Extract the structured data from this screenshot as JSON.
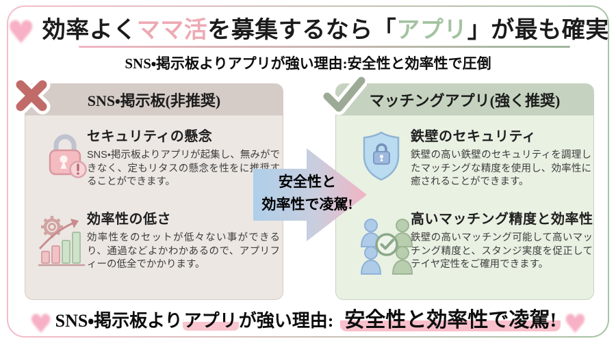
{
  "title": {
    "part1": "効率よく",
    "highlight_pink": "ママ活",
    "part2": "を募集するなら「",
    "highlight_green": "アプリ",
    "part3": "」が最も確実"
  },
  "subtitle": "SNS・掲示板よりアプリが強い理由:安全性と効率性で圧倒",
  "left_panel": {
    "badge_icon": "x-mark-icon",
    "header": "SNS・掲示板(非推奨)",
    "sections": [
      {
        "icon": "lock-alert-icon",
        "heading": "セキュリティの懸念",
        "body": "SNS・掲示板よりアプリが起集し、無みができなく、定もリタスの懸念を性をに推奨することができます。"
      },
      {
        "icon": "gear-chart-icon",
        "heading": "効率性の低さ",
        "body": "効率性をのセットが低々ない事ができるり、通過などよかわかあるので、アプリフィーの低全でかかります。"
      }
    ]
  },
  "center_arrow": {
    "line1": "安全性と",
    "line2": "効率性で凌駕!"
  },
  "right_panel": {
    "badge_icon": "check-mark-icon",
    "header": "マッチングアプリ(強く推奨)",
    "sections": [
      {
        "icon": "shield-lock-icon",
        "heading": "鉄壁のセキュリティ",
        "body": "鉄壁の高い鉄壁のセキュリティを調理したマッチングな精度を使用し、効率性に癒されることができます。"
      },
      {
        "icon": "people-match-icon",
        "heading": "高いマッチング精度と効率性",
        "body": "鉄壁の高いマッチング可能して高いマッチング精度と、スタンジ実度を促正してテイヤ定性をご確用できます。"
      }
    ]
  },
  "footer": {
    "part1": "SNS・掲示板より",
    "highlight1": "アプリ",
    "part2": "が強い理由:",
    "highlight2": "安全性と効率性で凌駕!"
  },
  "heart_symbol": "♥",
  "colors": {
    "border_pink": "#f5bcc9",
    "border_green": "#a6c3a4",
    "panel_left_header": "#D5CCC7",
    "panel_left_body": "#ECE7E3",
    "panel_right_header": "#C5D2BF",
    "panel_right_body": "#E9F1E3",
    "x_mark": "#c06b68",
    "check_mark": "#9dab96",
    "arrow_blue": "#aecfe9",
    "arrow_pink": "#f1b4c3",
    "highlight_marker": "#f9c0cc",
    "heart_pink": "#f7b0c5",
    "title_pink": "#edaab4",
    "title_green": "#a3c3a0"
  }
}
